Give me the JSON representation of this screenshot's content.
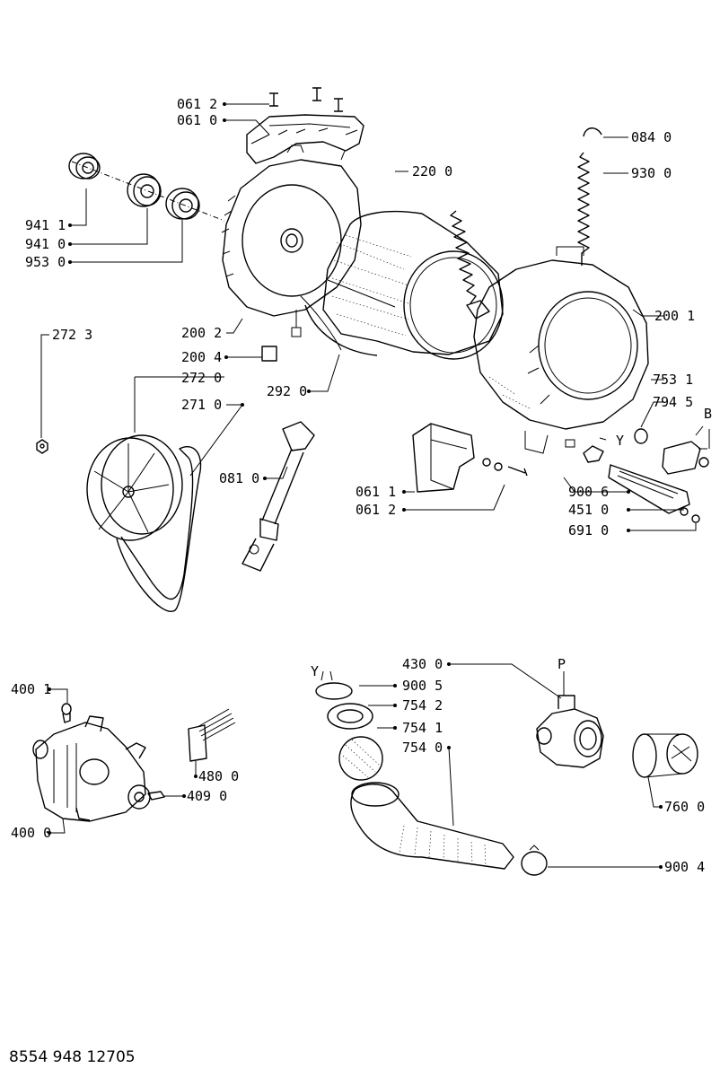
{
  "document_number": "8554 948 12705",
  "labels": {
    "l0612a": "061 2",
    "l0610": "061 0",
    "l0840": "084 0",
    "l2200": "220 0",
    "l9300": "930 0",
    "l9411": "941 1",
    "l9410": "941 0",
    "l9530": "953 0",
    "l2002": "200 2",
    "l2001": "200 1",
    "l2723": "272 3",
    "l2004": "200 4",
    "l2720": "272 0",
    "l2920": "292 0",
    "l7531": "753 1",
    "l7945": "794 5",
    "l2710": "271 0",
    "lB": "B",
    "lY1": "Y",
    "l0810": "081 0",
    "l0611": "061 1",
    "l0612b": "061 2",
    "l9006": "900 6",
    "l4510": "451 0",
    "l6910": "691 0",
    "lY2": "Y",
    "l4300": "430 0",
    "lP": "P",
    "l4001": "400 1",
    "l9005": "900 5",
    "l7542": "754 2",
    "l7541": "754 1",
    "l7540": "754 0",
    "l4800": "480 0",
    "l4090": "409 0",
    "l4000": "400 0",
    "l7600": "760 0",
    "l9004": "900 4"
  }
}
